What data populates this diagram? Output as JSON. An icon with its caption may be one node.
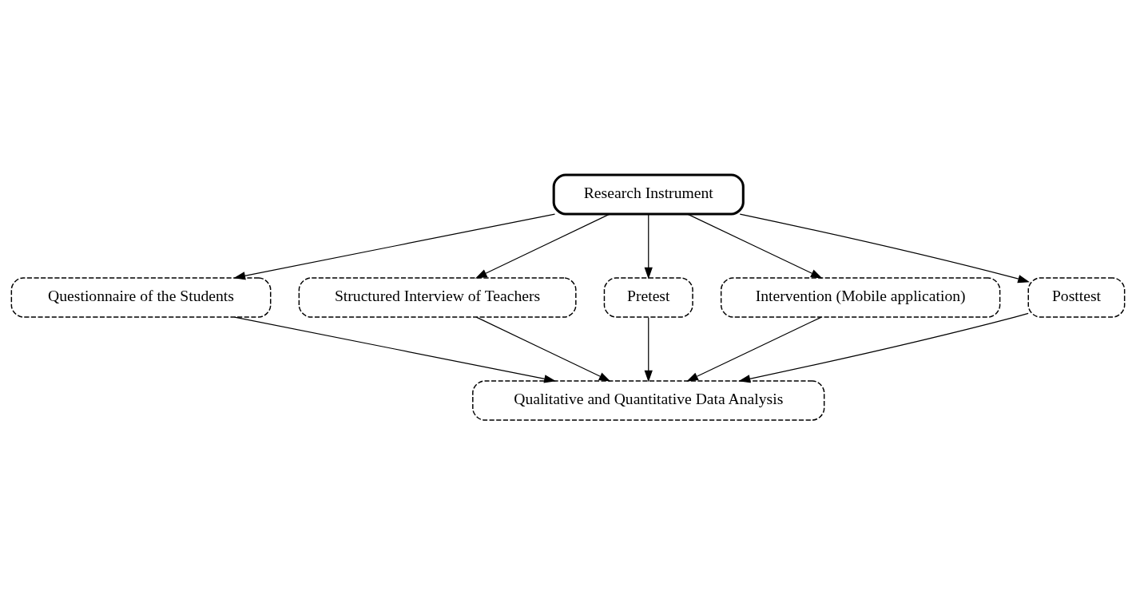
{
  "diagram": {
    "nodes": [
      {
        "text": [
          "Research Instrument"
        ]
      },
      {
        "text": [
          "Questionnaire of the Students"
        ]
      },
      {
        "text": [
          "Structured Interview of Teachers"
        ]
      },
      {
        "text": [
          "Pretest"
        ]
      },
      {
        "text": [
          "Intervention (Mobile application)"
        ]
      },
      {
        "text": [
          "Posttest"
        ]
      },
      {
        "text": [
          "Qualitative and Quantitative Data Analysis"
        ]
      }
    ],
    "edges": [
      {
        "from": 0,
        "to": 1,
        "arrow": "to"
      },
      {
        "from": 0,
        "to": 2,
        "arrow": "to"
      },
      {
        "from": 0,
        "to": 3,
        "arrow": "to"
      },
      {
        "from": 0,
        "to": 4,
        "arrow": "to"
      },
      {
        "from": 0,
        "to": 5,
        "arrow": "to"
      },
      {
        "from": 1,
        "to": 6,
        "arrow": "to"
      },
      {
        "from": 2,
        "to": 6,
        "arrow": "to"
      },
      {
        "from": 3,
        "to": 6,
        "arrow": "to"
      },
      {
        "from": 4,
        "to": 6,
        "arrow": "to"
      },
      {
        "from": 5,
        "to": 6,
        "arrow": "to"
      }
    ]
  }
}
